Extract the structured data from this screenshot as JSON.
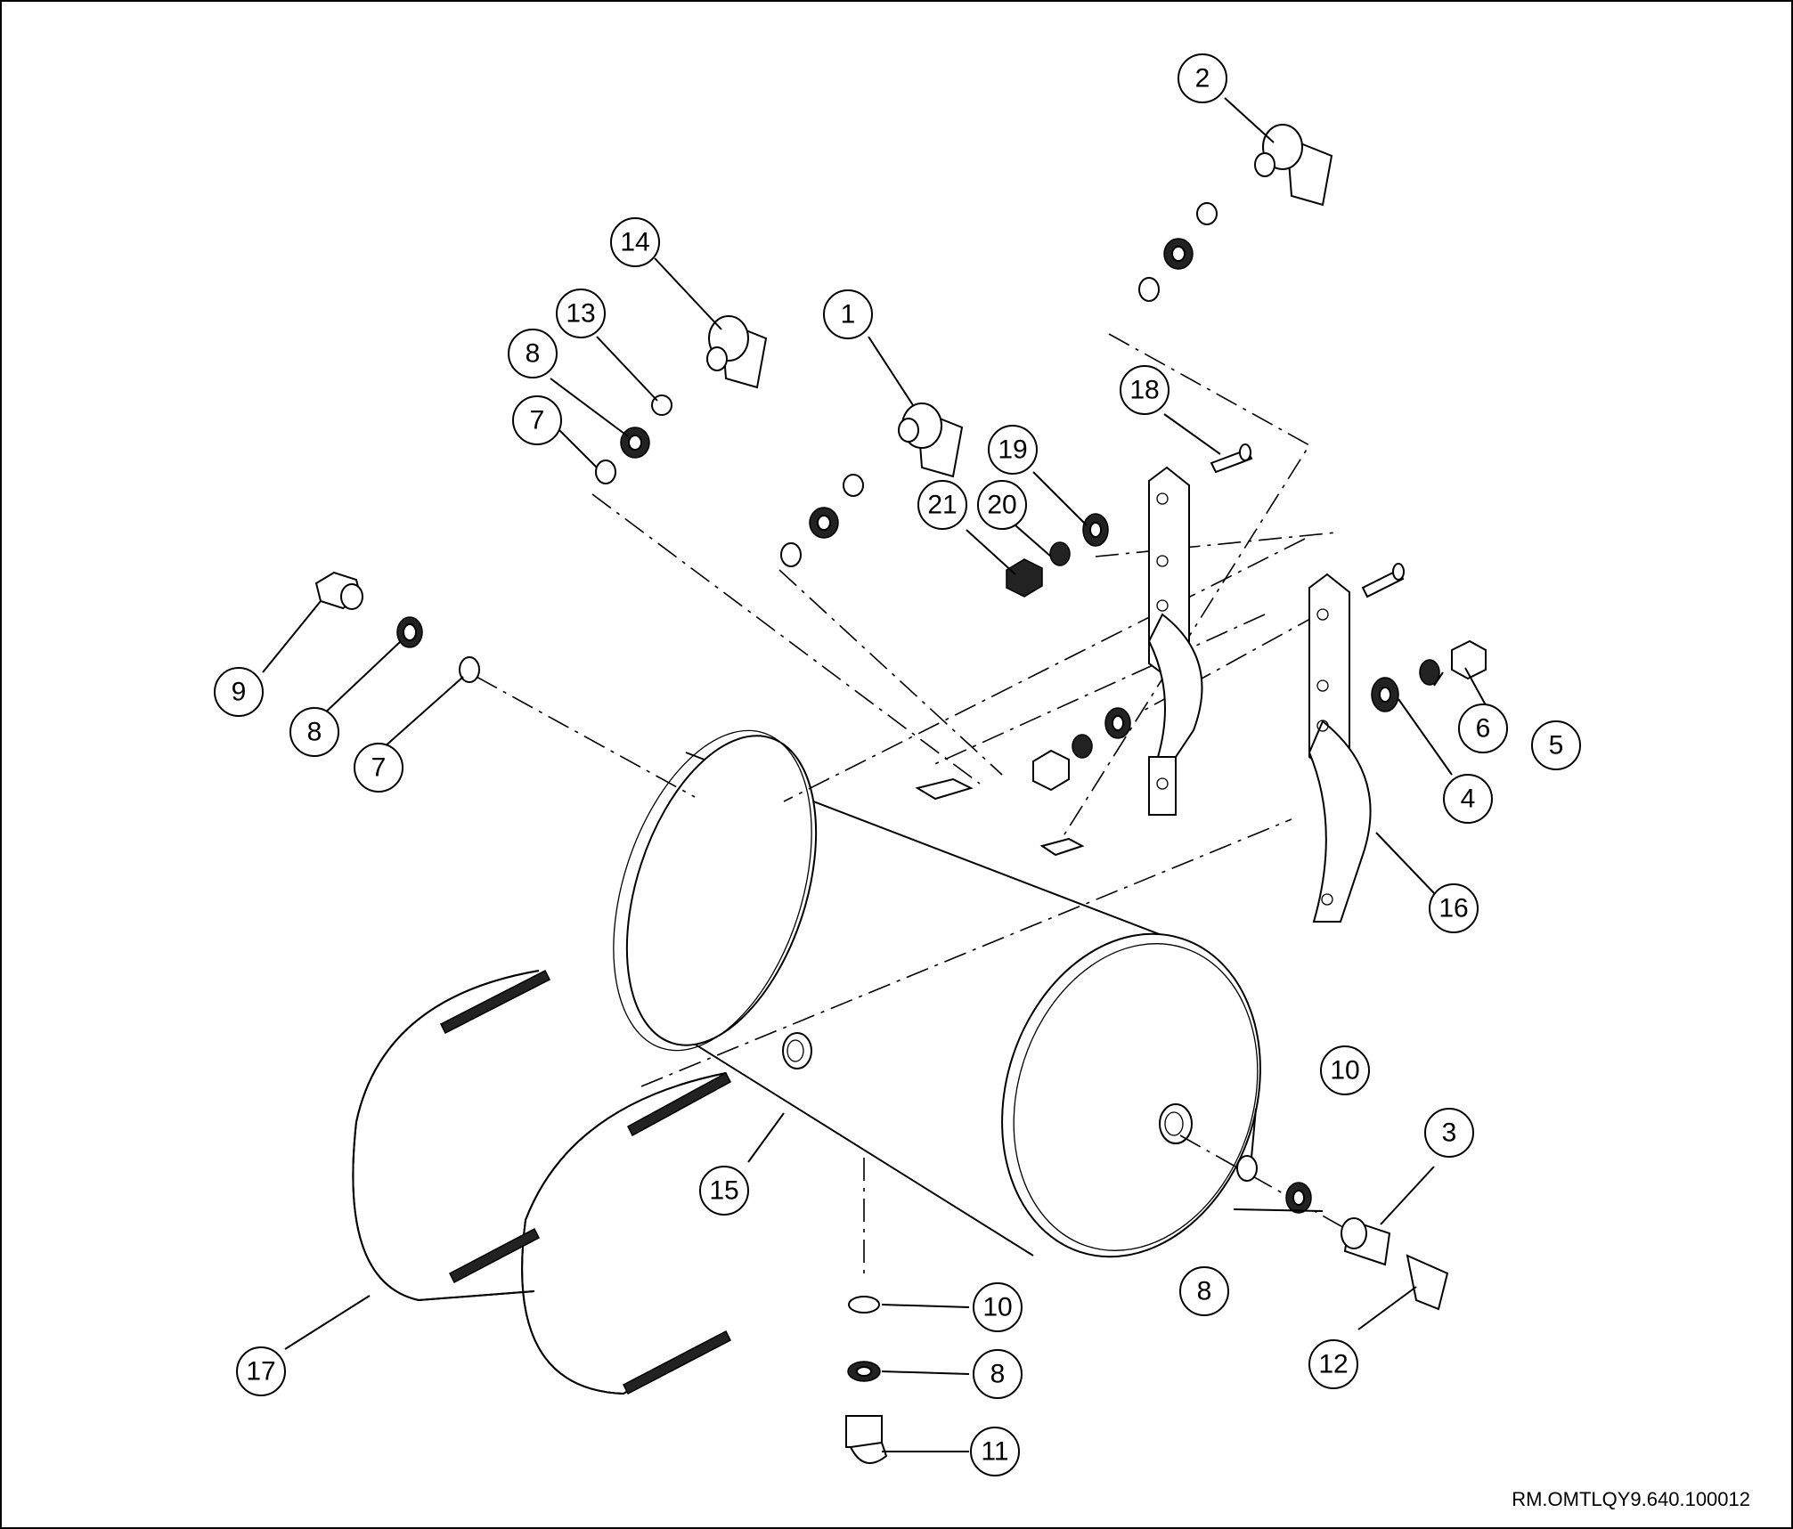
{
  "document_ref": "RM.OMTLQY9.640.100012",
  "callouts": [
    "1",
    "2",
    "3",
    "4",
    "5",
    "6",
    "7",
    "8",
    "9",
    "10",
    "11",
    "12",
    "13",
    "14",
    "15",
    "16",
    "17",
    "18",
    "19",
    "20",
    "21"
  ]
}
